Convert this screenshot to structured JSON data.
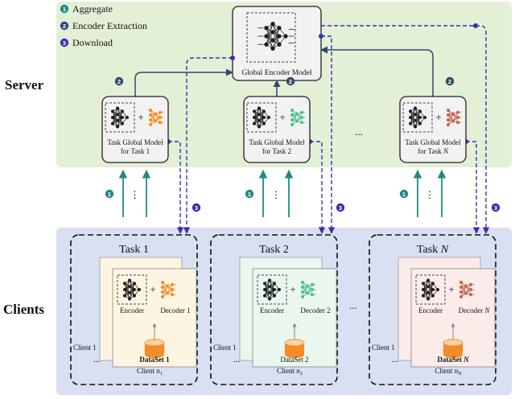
{
  "legend": {
    "items": [
      {
        "num": "1",
        "label": "Aggregate",
        "color": "#2a9d8f"
      },
      {
        "num": "2",
        "label": "Encoder Extraction",
        "color": "#34495e"
      },
      {
        "num": "3",
        "label": "Download",
        "color": "#4a3aa8"
      }
    ]
  },
  "zones": {
    "server_label": "Server",
    "clients_label": "Clients"
  },
  "global_model": {
    "label": "Global Encoder Model"
  },
  "task_models": [
    {
      "line1": "Task Global Model",
      "line2_prefix": "for Task ",
      "line2_var": "1",
      "italic": false,
      "decoder_color": "#f28c28"
    },
    {
      "line1": "Task Global Model",
      "line2_prefix": "for Task ",
      "line2_var": "2",
      "italic": false,
      "decoder_color": "#4fbf8f"
    },
    {
      "line1": "Task Global Model",
      "line2_prefix": "for Task ",
      "line2_var": "N",
      "italic": true,
      "decoder_color": "#c0654a"
    }
  ],
  "tasks": [
    {
      "title_prefix": "Task ",
      "title_var": "1",
      "italic": false,
      "bg": "#fdf5e2",
      "encoder_label": "Encoder",
      "decoder_prefix": "Decoder ",
      "decoder_var": "1",
      "dataset_prefix": "DataSet ",
      "dataset_var": "1",
      "dataset_bold": true,
      "client_back": "Client 1",
      "client_front_prefix": "Client ",
      "client_front_var": "n",
      "client_front_sub": "1",
      "dots": "...",
      "decoder_color": "#f28c28"
    },
    {
      "title_prefix": "Task ",
      "title_var": "2",
      "italic": false,
      "bg": "#eaf7ef",
      "encoder_label": "Encoder",
      "decoder_prefix": "Decoder ",
      "decoder_var": "2",
      "dataset_prefix": "DataSet ",
      "dataset_var": "2",
      "dataset_bold": false,
      "client_back": "Client 1",
      "client_front_prefix": "Client ",
      "client_front_var": "n",
      "client_front_sub": "2",
      "dots": "...",
      "decoder_color": "#4fbf8f"
    },
    {
      "title_prefix": "Task ",
      "title_var": "N",
      "italic": true,
      "bg": "#fbecea",
      "encoder_label": "Encoder",
      "decoder_prefix": "Decoder ",
      "decoder_var": "N",
      "dataset_prefix": "DataSet ",
      "dataset_var": "N",
      "dataset_bold": true,
      "client_back": "Client 1",
      "client_front_prefix": "Client ",
      "client_front_var": "n",
      "client_front_sub": "N",
      "dots": "...",
      "decoder_color": "#c0654a"
    }
  ],
  "ellipsis": "...",
  "colors": {
    "server_bg": "#e3f0d6",
    "clients_bg": "#d9e0f2",
    "aggregate": "#1f8a85",
    "extraction": "#2c4a6e",
    "download": "#3b2fb0",
    "dataset": "#f28c28"
  }
}
